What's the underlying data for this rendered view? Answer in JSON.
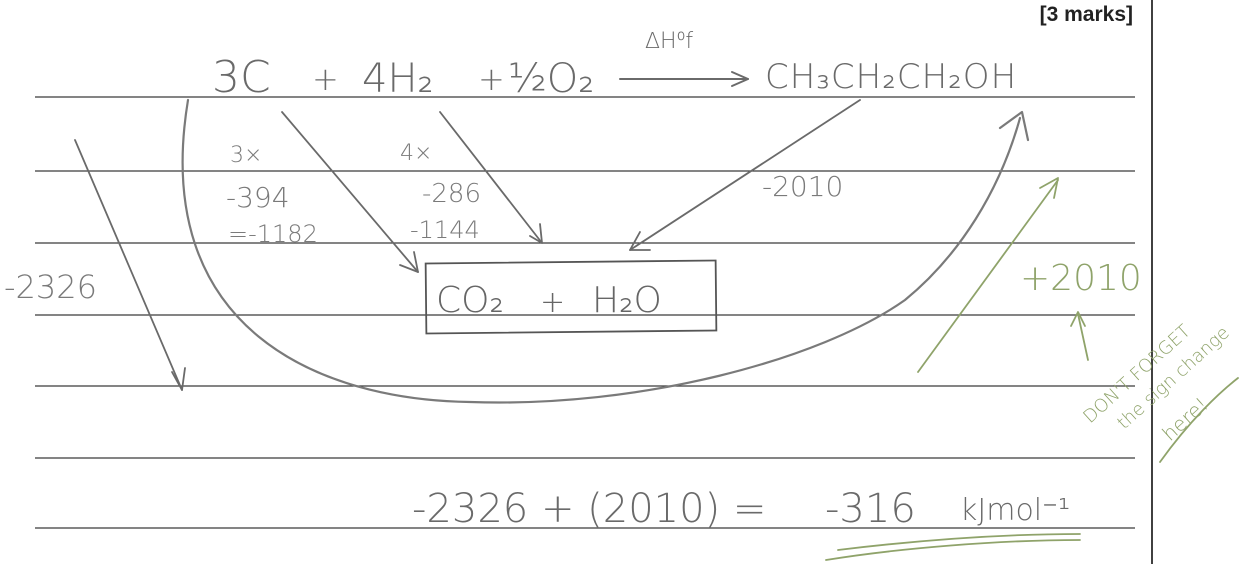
{
  "marks": "[3 marks]",
  "equation": {
    "reactant_c": "3C",
    "plus1": "+",
    "reactant_h2": "4H₂",
    "plus2": "+",
    "reactant_o2": "½O₂",
    "arrow_label": "∆H⁰f",
    "product": "CH₃CH₂CH₂OH"
  },
  "box": {
    "co2": "CO₂",
    "plus": "+",
    "h2o": "H₂O"
  },
  "annotations": {
    "carbon_multiplier": "3×",
    "carbon_value": "-394",
    "carbon_total": "=-1182",
    "hydrogen_multiplier": "4×",
    "hydrogen_value": "-286",
    "hydrogen_total": "-1144",
    "combustion_product": "-2010",
    "reversed": "+2010",
    "left_total": "-2326"
  },
  "reminder": [
    "DON'T FORGET",
    "the sign change",
    "here!"
  ],
  "answer": {
    "lhs": "-2326 + (2010) =",
    "result": "-316",
    "unit": "kJmol⁻¹"
  },
  "colors": {
    "pencil": "#6e6e6e",
    "pencil_dark": "#4f4f4f",
    "teacher_green": "#8fa36a",
    "rule_line": "#3a3a3a"
  }
}
